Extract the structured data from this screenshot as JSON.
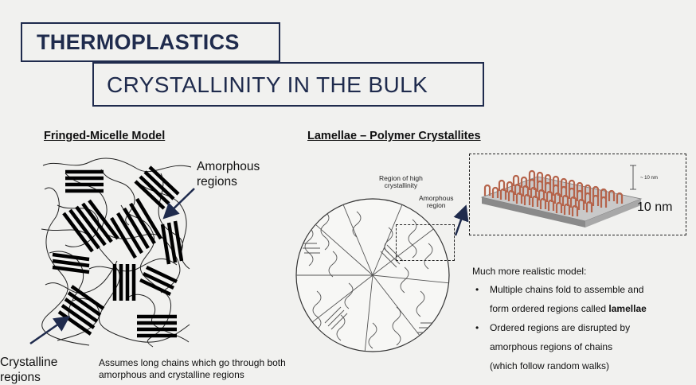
{
  "title": "THERMOPLASTICS",
  "subtitle": "CRYSTALLINITY IN THE BULK",
  "left": {
    "heading": "Fringed-Micelle Model",
    "amorphous_label_1": "Amorphous",
    "amorphous_label_2": "regions",
    "crystalline_label_1": "Crystalline",
    "crystalline_label_2": "regions",
    "caption_1": "Assumes long chains which go through both",
    "caption_2": "amorphous and crystalline regions"
  },
  "right": {
    "heading": "Lamellae – Polymer Crystallites",
    "high_cryst_1": "Region of high",
    "high_cryst_2": "crystallinity",
    "amorph_1": "Amorphous",
    "amorph_2": "region",
    "scale_small": "~ 10 nm",
    "scale_label": "10 nm",
    "model_note": "Much more realistic model:",
    "bullets": [
      {
        "pre": "Multiple chains fold to assemble and",
        "line2": "form ordered regions called ",
        "bold": "lamellae"
      },
      {
        "pre": "Ordered regions are disrupted by",
        "line2": "amorphous regions of chains",
        "line3": "(which follow random walks)"
      }
    ]
  },
  "colors": {
    "navy": "#1f2b4d",
    "fold": "#b5634a"
  }
}
